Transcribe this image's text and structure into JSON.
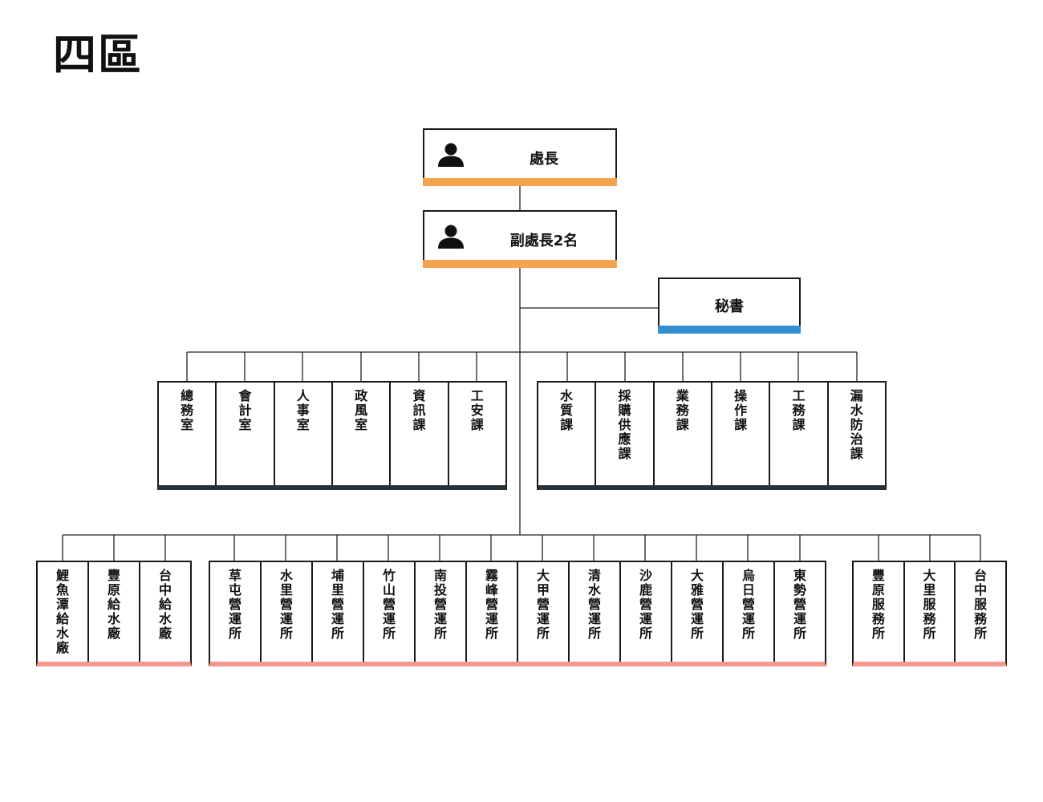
{
  "title": "四區",
  "chart_data": {
    "type": "org-chart",
    "head": {
      "label": "處長",
      "icon": "person-icon"
    },
    "deputy": {
      "label": "副處長2名",
      "icon": "person-icon"
    },
    "secretary": {
      "label": "秘書"
    },
    "admin_units": [
      "總務室",
      "會計室",
      "人事室",
      "政風室",
      "資訊課",
      "工安課"
    ],
    "operation_units": [
      "水質課",
      "採購供應課",
      "業務課",
      "操作課",
      "工務課",
      "漏水防治課"
    ],
    "plants": [
      "鯉魚潭給水廠",
      "豐原給水廠",
      "台中給水廠"
    ],
    "stations": [
      "草屯營運所",
      "水里營運所",
      "埔里營運所",
      "竹山營運所",
      "南投營運所",
      "霧峰營運所",
      "大甲營運所",
      "清水營運所",
      "沙鹿營運所",
      "大雅營運所",
      "烏日營運所",
      "東勢營運所"
    ],
    "service_offices": [
      "豐原服務所",
      "大里服務所",
      "台中服務所"
    ]
  },
  "colors": {
    "leader_bar": "#f5a34f",
    "secretary_bar": "#2f8fd0",
    "department_bar": "#263238",
    "station_bar": "#f4978e"
  }
}
